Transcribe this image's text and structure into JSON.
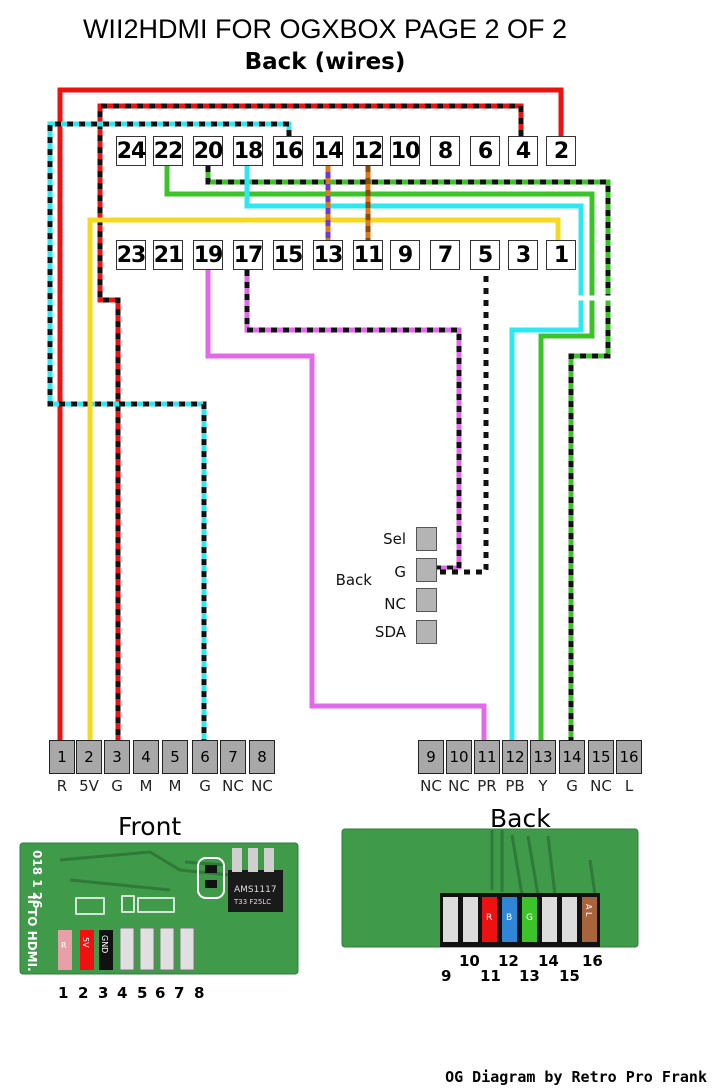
{
  "title": "WII2HDMI FOR OGXBOX PAGE 2 OF 2",
  "subtitle": "Back (wires)",
  "connector_top_row": [
    "24",
    "22",
    "20",
    "18",
    "16",
    "14",
    "12",
    "10",
    "8",
    "6",
    "4",
    "2"
  ],
  "connector_bottom_row": [
    "23",
    "21",
    "19",
    "17",
    "15",
    "13",
    "11",
    "9",
    "7",
    "5",
    "3",
    "1"
  ],
  "switch_pins": {
    "group_label": "Back",
    "labels": [
      "Sel",
      "G",
      "NC",
      "SDA"
    ]
  },
  "header_left": {
    "pins": [
      "1",
      "2",
      "3",
      "4",
      "5",
      "6",
      "7",
      "8"
    ],
    "labels": [
      "R",
      "5V",
      "G",
      "M",
      "M",
      "G",
      "NC",
      "NC"
    ]
  },
  "header_right": {
    "pins": [
      "9",
      "10",
      "11",
      "12",
      "13",
      "14",
      "15",
      "16"
    ],
    "labels": [
      "NC",
      "NC",
      "PR",
      "PB",
      "Y",
      "G",
      "NC",
      "L"
    ]
  },
  "front_board": {
    "label": "Front",
    "silk_text": "018 1 26",
    "silk_text2": "II TO HDMI.",
    "pad_labels": [
      "R",
      "5V",
      "GND"
    ],
    "chip_text": [
      "AMS1117",
      "T33 F25LC"
    ],
    "numbers": [
      "1",
      "2",
      "3",
      "4",
      "5",
      "6",
      "7",
      "8"
    ]
  },
  "back_board": {
    "label": "Back",
    "pad_labels": [
      "R",
      "B",
      "G",
      "A L"
    ],
    "numbers": [
      "9",
      "10",
      "11",
      "12",
      "13",
      "14",
      "15",
      "16"
    ]
  },
  "credit": "OG Diagram by Retro Pro Frank",
  "colors": {
    "red": "#ee1111",
    "yellow": "#f7d81c",
    "cyan": "#2ce8f0",
    "green": "#3cc32a",
    "magenta": "#e06ae8",
    "black": "#111111",
    "purple": "#6a3ccc",
    "orange": "#d97a16",
    "pcb": "#3f9a4a"
  }
}
